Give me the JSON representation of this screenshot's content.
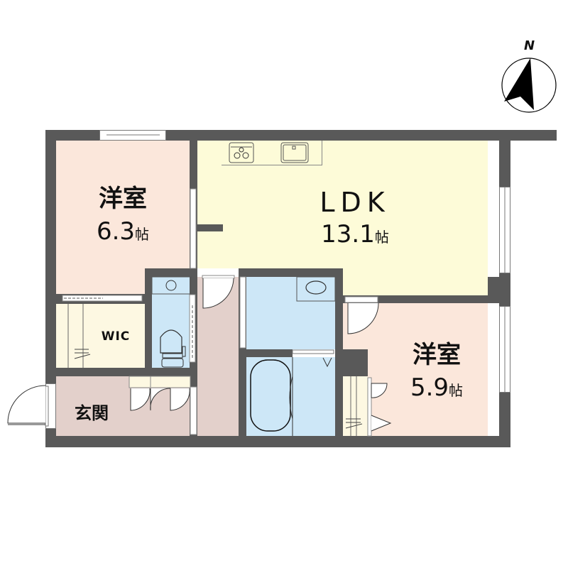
{
  "compass": {
    "letter": "N",
    "icon": "north-arrow-icon"
  },
  "rooms": {
    "bedroom1": {
      "name": "洋室",
      "size": "6.3",
      "unit": "帖"
    },
    "ldk": {
      "name": "LDK",
      "size": "13.1",
      "unit": "帖"
    },
    "bedroom2": {
      "name": "洋室",
      "size": "5.9",
      "unit": "帖"
    },
    "wic": {
      "name": "WIC"
    },
    "entrance": {
      "name": "玄関"
    }
  },
  "colors": {
    "wall": "#595959",
    "bedroom": "#fbe7db",
    "ldk": "#fdfbd8",
    "wet_area": "#cde7f7",
    "entrance_hall": "#e3d0cb",
    "storage": "#fdf8e2"
  }
}
